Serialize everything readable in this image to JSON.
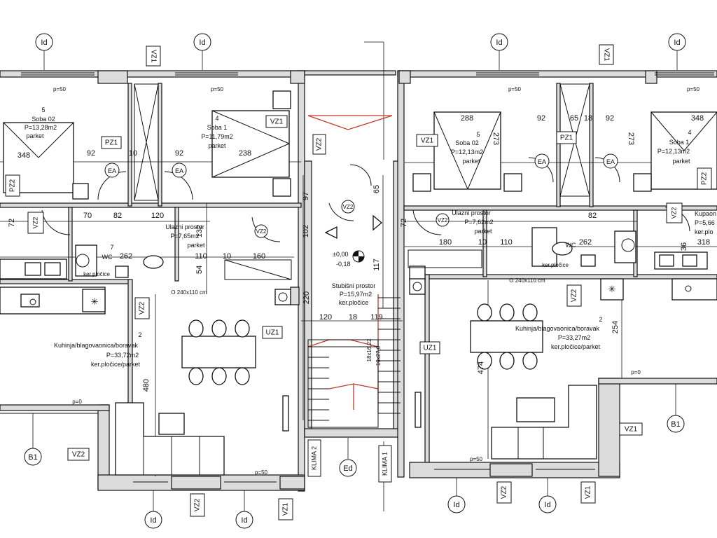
{
  "rooms": {
    "r5_left": {
      "num": "5",
      "name": "Soba 02",
      "area": "P=13,28m2",
      "floor": "parket"
    },
    "r4_left": {
      "num": "4",
      "name": "Soba 1",
      "area": "P=11,79m2",
      "floor": "parket"
    },
    "r3_left": {
      "name": "Ulazni prostor",
      "area": "P=7,65m2",
      "floor": "parket"
    },
    "r7_left": {
      "num": "7",
      "name": "WC",
      "floor": "ker.pločice"
    },
    "r2_left": {
      "num": "2",
      "name": "Kuhinja/blagovaonica/boravak",
      "area": "P=33,72m2",
      "floor": "ker.pločice/parket"
    },
    "stair": {
      "name": "Stubišni prostor",
      "area": "P=15,97m2",
      "floor": "ker.pločice"
    },
    "r5_right": {
      "num": "5",
      "name": "Soba 02",
      "area": "P=12,13m2",
      "floor": "parket"
    },
    "r4_right": {
      "num": "4",
      "name": "Soba 1",
      "area": "P=12,13m2",
      "floor": "parket"
    },
    "r3_right": {
      "name": "Ulazni prostor",
      "area": "P=7,62m2",
      "floor": "parket"
    },
    "wc_right": {
      "name": "WC",
      "floor": "ker.pločice"
    },
    "kup_right": {
      "name": "Kupaon",
      "area": "P=5,66",
      "floor": "ker.plo"
    },
    "r2_right": {
      "num": "2",
      "name": "Kuhinja/blagovaonica/boravak",
      "area": "P=33,27m2",
      "floor": "ker.pločice/parket"
    }
  },
  "tags": {
    "vz1": "VZ1",
    "vz2": "VZ2",
    "pz1": "PZ1",
    "pz2": "PZ2",
    "uz1": "UZ1",
    "ea": "EA",
    "klima2": "KLIMA 2",
    "klima1": "KLIMA 1",
    "b1": "B1",
    "ld": "Id",
    "ed": "Ed"
  },
  "levels": {
    "zero": "±0,00",
    "minus": "-0,18"
  },
  "notes": {
    "p50": "p=50",
    "p0": "p=0",
    "vent": "O 240x110 cm",
    "stairs": "18x16,22",
    "stairs2": "18x27,0"
  },
  "dimensions": {
    "d348": "348",
    "d92": "92",
    "d10": "10",
    "d92b": "92",
    "d238": "238",
    "d70": "70",
    "d82": "82",
    "d120": "120",
    "d262": "262",
    "d110": "110",
    "d160": "160",
    "d480": "480",
    "d220": "220",
    "d120b": "120",
    "d18": "18",
    "d119": "119",
    "d97": "97",
    "d102": "102",
    "d117": "117",
    "d65": "65",
    "d72": "72",
    "d54": "54",
    "d132": "132",
    "d288": "288",
    "d92c": "92",
    "d65b": "65",
    "d18b": "18",
    "d92d": "92",
    "d348b": "348",
    "d273": "273",
    "d273b": "273",
    "d180": "180",
    "d10b": "10",
    "d110b": "110",
    "d262b": "262",
    "d318": "318",
    "d82b": "82",
    "d474": "474",
    "d254": "254",
    "d72b": "72",
    "d36": "36"
  }
}
